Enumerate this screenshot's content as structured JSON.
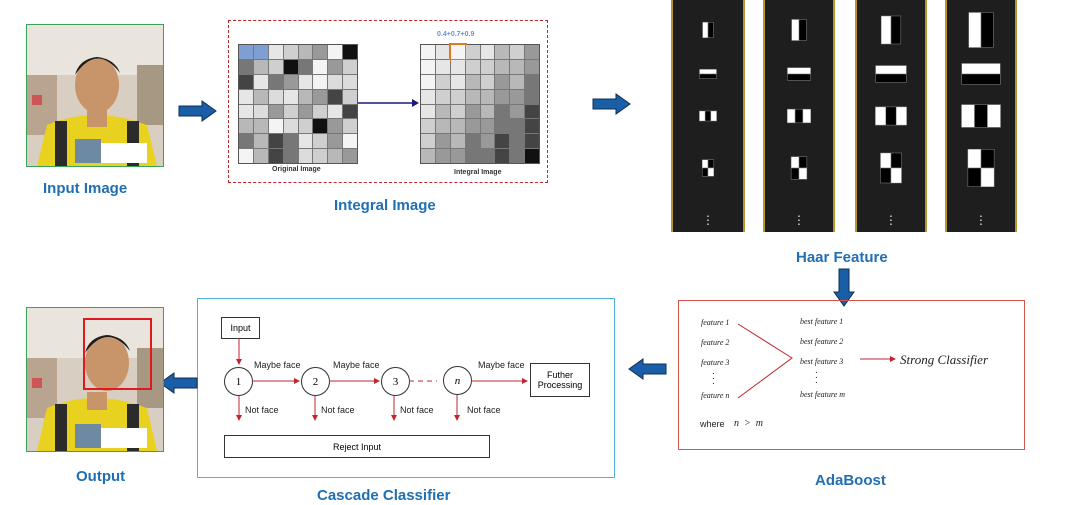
{
  "labels": {
    "input_image": "Input Image",
    "integral_image": "Integral Image",
    "haar_feature": "Haar Feature",
    "adaboost": "AdaBoost",
    "cascade_classifier": "Cascade Classifier",
    "output": "Output"
  },
  "integral": {
    "original_caption": "Original Image",
    "integral_caption": "Integral Image",
    "formula": "0.4+0.7+0.9"
  },
  "cascade": {
    "input": "Input",
    "stages": [
      "1",
      "2",
      "3",
      "n"
    ],
    "maybe_face": "Maybe face",
    "not_face": "Not face",
    "further": "Futher Processing",
    "reject": "Reject Input"
  },
  "adaboost": {
    "features": [
      "feature 1",
      "feature 2",
      "feature 3",
      "feature n"
    ],
    "best": [
      "best feature 1",
      "best feature 2",
      "best feature 3",
      "best feature m"
    ],
    "strong": "Strong Classifier",
    "where": "where",
    "condition": "n  >  m"
  },
  "colors": {
    "caption": "#1f6fb2",
    "arrow": "#1b5ea8",
    "red": "#c0262c",
    "gold": "#b8962e"
  }
}
